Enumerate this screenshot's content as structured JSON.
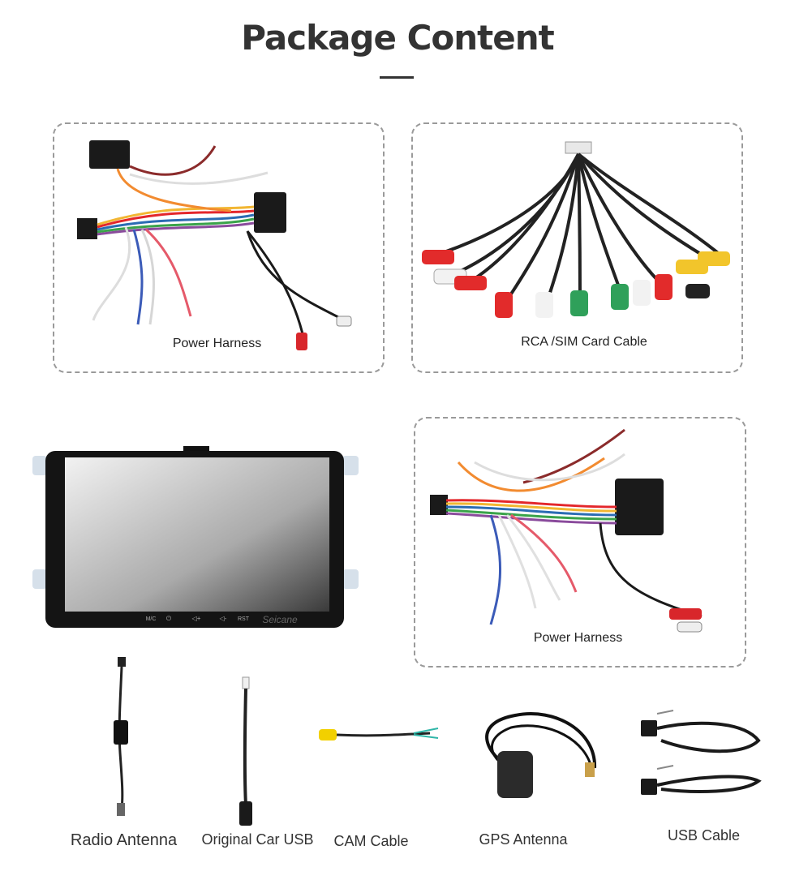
{
  "page": {
    "title": "Package Content",
    "accent_color": "#333333"
  },
  "items": {
    "power_harness_1": {
      "label": "Power Harness",
      "icon": "power-harness-icon"
    },
    "rca_cable": {
      "label": "RCA /SIM Card Cable",
      "icon": "rca-cable-icon"
    },
    "head_unit": {
      "brand": "Seicane",
      "buttons": [
        "M/C",
        "⏻",
        "◁+",
        "◁-",
        "RST"
      ],
      "icon": "head-unit-icon"
    },
    "power_harness_2": {
      "label": "Power Harness",
      "icon": "power-harness-icon"
    },
    "radio_antenna": {
      "label": "Radio Antenna",
      "icon": "radio-antenna-icon"
    },
    "original_car_usb": {
      "label": "Original Car USB",
      "icon": "usb-cable-icon"
    },
    "cam_cable": {
      "label": "CAM Cable",
      "icon": "cam-cable-icon"
    },
    "gps_antenna": {
      "label": "GPS Antenna",
      "icon": "gps-antenna-icon"
    },
    "usb_cable": {
      "label": "USB Cable",
      "icon": "usb-cable-icon"
    }
  }
}
